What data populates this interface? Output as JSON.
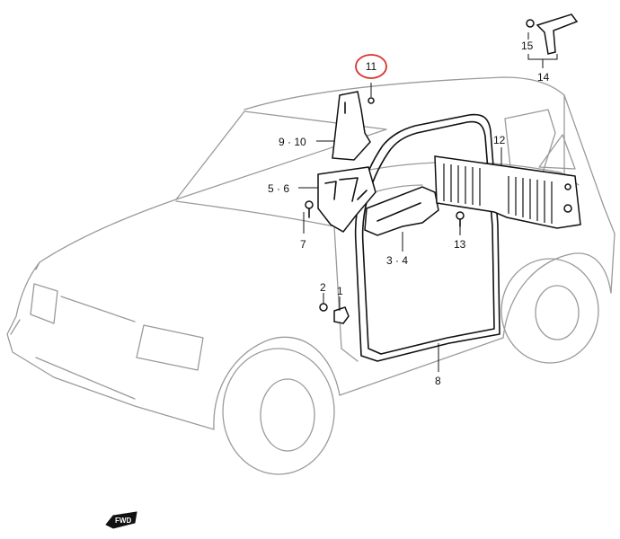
{
  "diagram": {
    "callouts": {
      "c1": "1",
      "c2": "2",
      "c3_4": "3 · 4",
      "c5_6": "5 · 6",
      "c7": "7",
      "c8": "8",
      "c9_10": "9 · 10",
      "c11": "11",
      "c12": "12",
      "c13": "13",
      "c14": "14",
      "c15": "15"
    },
    "highlighted_callout": "11",
    "highlight_color": "#d9322b",
    "fwd_label": "FWD"
  }
}
